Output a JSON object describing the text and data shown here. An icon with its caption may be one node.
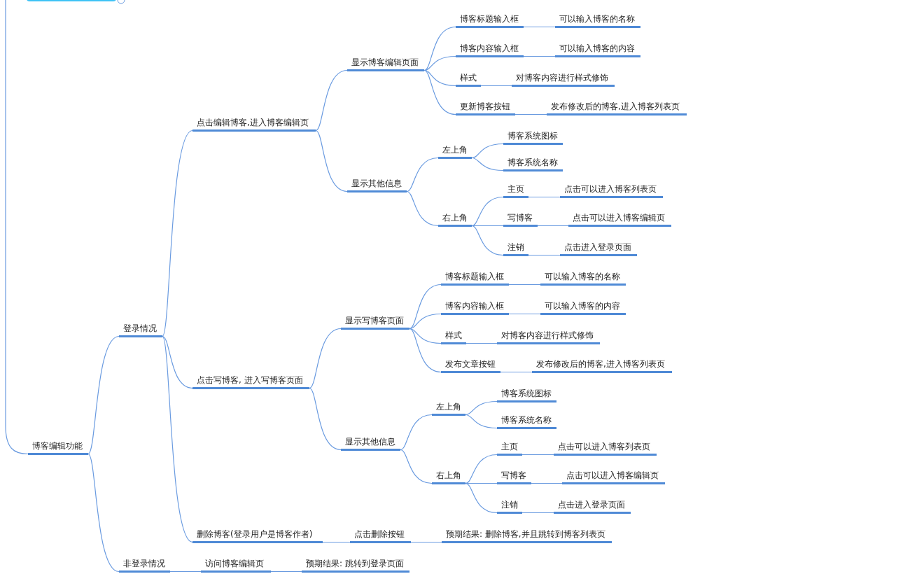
{
  "diagram": {
    "nodes": [
      {
        "text": [],
        "shape": "box"
      },
      {
        "text": [
          "博客编辑功能"
        ]
      },
      {
        "text": [
          "登录情况"
        ]
      },
      {
        "text": [
          "点击编辑博客,进入博客编辑页"
        ]
      },
      {
        "text": [
          "显示博客编辑页面"
        ]
      },
      {
        "text": [
          "博客标题输入框"
        ]
      },
      {
        "text": [
          "可以输入博客的名称"
        ]
      },
      {
        "text": [
          "博客内容输入框"
        ]
      },
      {
        "text": [
          "可以输入博客的内容"
        ]
      },
      {
        "text": [
          "样式"
        ]
      },
      {
        "text": [
          "对博客内容进行样式修饰"
        ]
      },
      {
        "text": [
          "更新博客按钮"
        ]
      },
      {
        "text": [
          "发布修改后的博客,进入博客列表页"
        ]
      },
      {
        "text": [
          "显示其他信息"
        ]
      },
      {
        "text": [
          "左上角"
        ]
      },
      {
        "text": [
          "博客系统图标"
        ]
      },
      {
        "text": [
          "博客系统名称"
        ]
      },
      {
        "text": [
          "右上角"
        ]
      },
      {
        "text": [
          "主页"
        ]
      },
      {
        "text": [
          "点击可以进入博客列表页"
        ]
      },
      {
        "text": [
          "写博客"
        ]
      },
      {
        "text": [
          "点击可以进入博客编辑页"
        ]
      },
      {
        "text": [
          "注销"
        ]
      },
      {
        "text": [
          "点击进入登录页面"
        ]
      },
      {
        "text": [
          "点击写博客, 进入写博客页面"
        ]
      },
      {
        "text": [
          "显示写博客页面"
        ]
      },
      {
        "text": [
          "博客标题输入框"
        ]
      },
      {
        "text": [
          "可以输入博客的名称"
        ]
      },
      {
        "text": [
          "博客内容输入框"
        ]
      },
      {
        "text": [
          "可以输入博客的内容"
        ]
      },
      {
        "text": [
          "样式"
        ]
      },
      {
        "text": [
          "对博客内容进行样式修饰"
        ]
      },
      {
        "text": [
          "发布文章按钮"
        ]
      },
      {
        "text": [
          "发布修改后的博客,进入博客列表页"
        ]
      },
      {
        "text": [
          "显示其他信息"
        ]
      },
      {
        "text": [
          "左上角"
        ]
      },
      {
        "text": [
          "博客系统图标"
        ]
      },
      {
        "text": [
          "博客系统名称"
        ]
      },
      {
        "text": [
          "右上角"
        ]
      },
      {
        "text": [
          "主页"
        ]
      },
      {
        "text": [
          "点击可以进入博客列表页"
        ]
      },
      {
        "text": [
          "写博客"
        ]
      },
      {
        "text": [
          "点击可以进入博客编辑页"
        ]
      },
      {
        "text": [
          "注销"
        ]
      },
      {
        "text": [
          "点击进入登录页面"
        ]
      },
      {
        "text": [
          "删除博客(登录用户是博客作者)"
        ]
      },
      {
        "text": [
          "点击删除按钮"
        ]
      },
      {
        "text": [
          "预期结果: 删除博客,并且跳转到博客列表页"
        ]
      },
      {
        "text": [
          "非登录情况"
        ]
      },
      {
        "text": [
          "访问博客编辑页"
        ]
      },
      {
        "text": [
          "预期结果: 跳转到登录页面"
        ]
      }
    ],
    "edges": [
      {
        "from": null,
        "to": 1,
        "arrow": "none"
      },
      {
        "from": 1,
        "to": 2,
        "arrow": "none"
      },
      {
        "from": 2,
        "to": 3,
        "arrow": "none"
      },
      {
        "from": 3,
        "to": 4,
        "arrow": "none"
      },
      {
        "from": 4,
        "to": 5,
        "arrow": "none"
      },
      {
        "from": 5,
        "to": 6,
        "arrow": "none"
      },
      {
        "from": 4,
        "to": 7,
        "arrow": "none"
      },
      {
        "from": 7,
        "to": 8,
        "arrow": "none"
      },
      {
        "from": 4,
        "to": 9,
        "arrow": "none"
      },
      {
        "from": 9,
        "to": 10,
        "arrow": "none"
      },
      {
        "from": 4,
        "to": 11,
        "arrow": "none"
      },
      {
        "from": 11,
        "to": 12,
        "arrow": "none"
      },
      {
        "from": 3,
        "to": 13,
        "arrow": "none"
      },
      {
        "from": 13,
        "to": 14,
        "arrow": "none"
      },
      {
        "from": 14,
        "to": 15,
        "arrow": "none"
      },
      {
        "from": 14,
        "to": 16,
        "arrow": "none"
      },
      {
        "from": 13,
        "to": 17,
        "arrow": "none"
      },
      {
        "from": 17,
        "to": 18,
        "arrow": "none"
      },
      {
        "from": 18,
        "to": 19,
        "arrow": "none"
      },
      {
        "from": 17,
        "to": 20,
        "arrow": "none"
      },
      {
        "from": 20,
        "to": 21,
        "arrow": "none"
      },
      {
        "from": 17,
        "to": 22,
        "arrow": "none"
      },
      {
        "from": 22,
        "to": 23,
        "arrow": "none"
      },
      {
        "from": 2,
        "to": 24,
        "arrow": "none"
      },
      {
        "from": 24,
        "to": 25,
        "arrow": "none"
      },
      {
        "from": 25,
        "to": 26,
        "arrow": "none"
      },
      {
        "from": 26,
        "to": 27,
        "arrow": "none"
      },
      {
        "from": 25,
        "to": 28,
        "arrow": "none"
      },
      {
        "from": 28,
        "to": 29,
        "arrow": "none"
      },
      {
        "from": 25,
        "to": 30,
        "arrow": "none"
      },
      {
        "from": 30,
        "to": 31,
        "arrow": "none"
      },
      {
        "from": 25,
        "to": 32,
        "arrow": "none"
      },
      {
        "from": 32,
        "to": 33,
        "arrow": "none"
      },
      {
        "from": 24,
        "to": 34,
        "arrow": "none"
      },
      {
        "from": 34,
        "to": 35,
        "arrow": "none"
      },
      {
        "from": 35,
        "to": 36,
        "arrow": "none"
      },
      {
        "from": 35,
        "to": 37,
        "arrow": "none"
      },
      {
        "from": 34,
        "to": 38,
        "arrow": "none"
      },
      {
        "from": 38,
        "to": 39,
        "arrow": "none"
      },
      {
        "from": 39,
        "to": 40,
        "arrow": "none"
      },
      {
        "from": 38,
        "to": 41,
        "arrow": "none"
      },
      {
        "from": 41,
        "to": 42,
        "arrow": "none"
      },
      {
        "from": 38,
        "to": 43,
        "arrow": "none"
      },
      {
        "from": 43,
        "to": 44,
        "arrow": "none"
      },
      {
        "from": 2,
        "to": 45,
        "arrow": "none"
      },
      {
        "from": 45,
        "to": 46,
        "arrow": "none"
      },
      {
        "from": 46,
        "to": 47,
        "arrow": "none"
      },
      {
        "from": 1,
        "to": 48,
        "arrow": "none"
      },
      {
        "from": 48,
        "to": 49,
        "arrow": "none"
      },
      {
        "from": 49,
        "to": 50,
        "arrow": "none"
      }
    ]
  }
}
